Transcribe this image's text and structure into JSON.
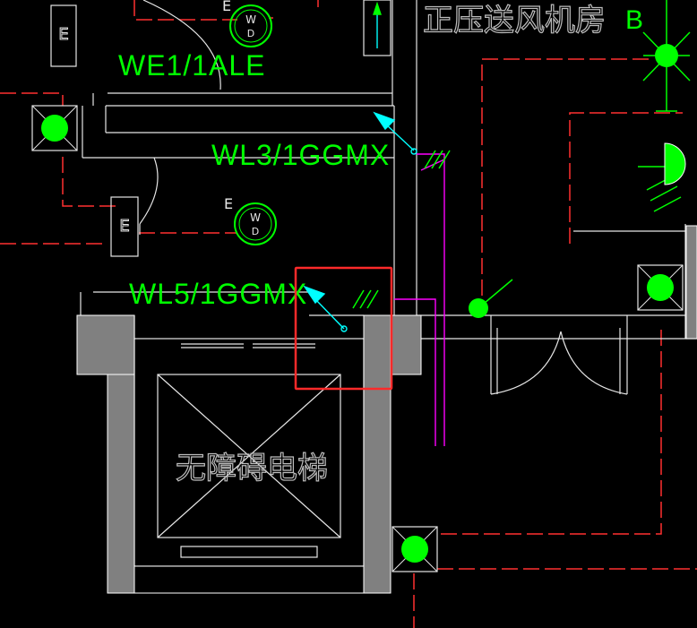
{
  "drawing": {
    "room_label_top": "正压送风机房",
    "elevator_label": "无障碍电梯",
    "label_b": "B",
    "labels": {
      "we1": "WE1/1ALE",
      "wl3": "WL3/1GGMX",
      "wl5": "WL5/1GGMX"
    },
    "exit_sign_letter": "E",
    "fan_symbol_letters": {
      "top": "W",
      "bottom": "D"
    },
    "highlight_box_color": "#ff2a2a"
  },
  "colors": {
    "background": "#000000",
    "annotation_text": "#00ff00",
    "wall_outline": "#ffffff",
    "wall_fill": "#808080",
    "red_dashed": "#ff3030",
    "magenta_wire": "#ff00ff",
    "cyan_arrow": "#00ffff",
    "fixture_green": "#00ff00"
  }
}
